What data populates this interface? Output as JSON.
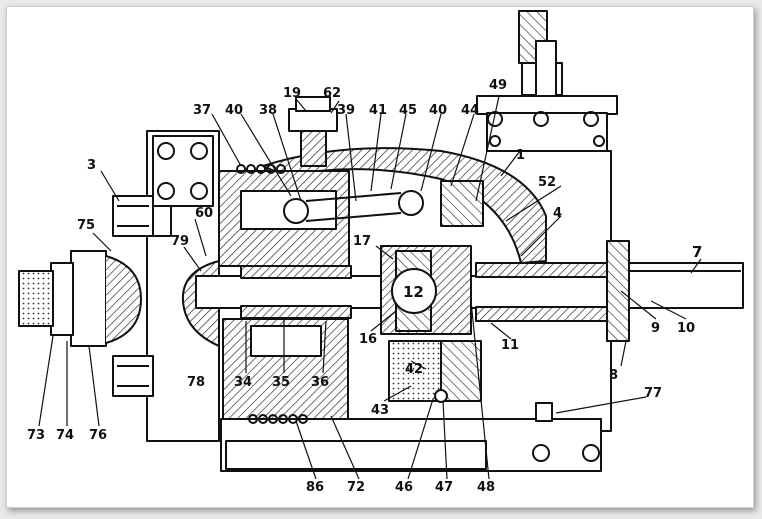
{
  "diagram": {
    "callouts": [
      {
        "id": "c3",
        "text": "3"
      },
      {
        "id": "c7",
        "text": "7"
      },
      {
        "id": "c1",
        "text": "1"
      },
      {
        "id": "c4",
        "text": "4"
      },
      {
        "id": "c8",
        "text": "8"
      },
      {
        "id": "c9",
        "text": "9"
      },
      {
        "id": "c10",
        "text": "10"
      },
      {
        "id": "c11",
        "text": "11"
      },
      {
        "id": "c12",
        "text": "12"
      },
      {
        "id": "c16",
        "text": "16"
      },
      {
        "id": "c17",
        "text": "17"
      },
      {
        "id": "c19",
        "text": "19"
      },
      {
        "id": "c34",
        "text": "34"
      },
      {
        "id": "c35",
        "text": "35"
      },
      {
        "id": "c36",
        "text": "36"
      },
      {
        "id": "c37",
        "text": "37"
      },
      {
        "id": "c38",
        "text": "38"
      },
      {
        "id": "c39",
        "text": "39"
      },
      {
        "id": "c40a",
        "text": "40"
      },
      {
        "id": "c40b",
        "text": "40"
      },
      {
        "id": "c41",
        "text": "41"
      },
      {
        "id": "c42",
        "text": "42"
      },
      {
        "id": "c43",
        "text": "43"
      },
      {
        "id": "c44",
        "text": "44"
      },
      {
        "id": "c45",
        "text": "45"
      },
      {
        "id": "c46",
        "text": "46"
      },
      {
        "id": "c47",
        "text": "47"
      },
      {
        "id": "c48",
        "text": "48"
      },
      {
        "id": "c49",
        "text": "49"
      },
      {
        "id": "c52",
        "text": "52"
      },
      {
        "id": "c60",
        "text": "60"
      },
      {
        "id": "c62",
        "text": "62"
      },
      {
        "id": "c72",
        "text": "72"
      },
      {
        "id": "c73",
        "text": "73"
      },
      {
        "id": "c74",
        "text": "74"
      },
      {
        "id": "c75",
        "text": "75"
      },
      {
        "id": "c76",
        "text": "76"
      },
      {
        "id": "c77",
        "text": "77"
      },
      {
        "id": "c78",
        "text": "78"
      },
      {
        "id": "c79",
        "text": "79"
      },
      {
        "id": "c86",
        "text": "86"
      }
    ]
  }
}
